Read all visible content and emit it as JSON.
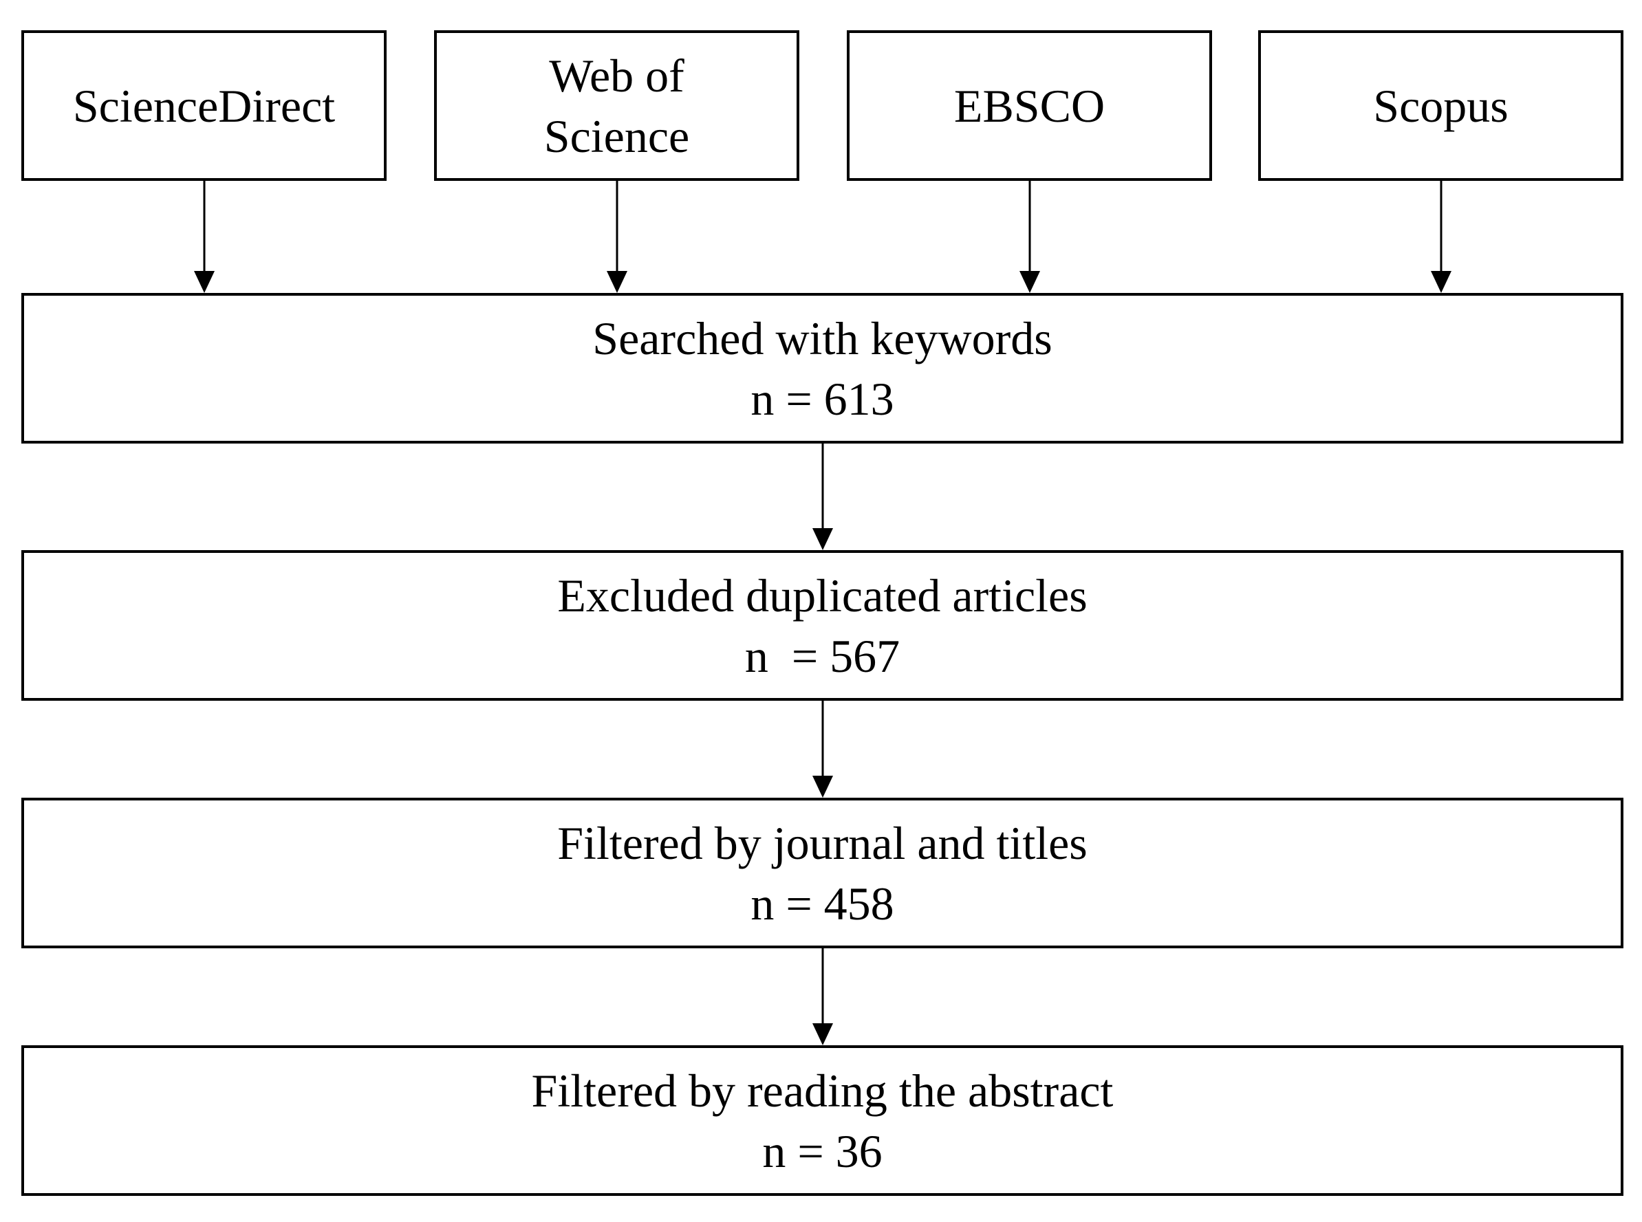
{
  "sources": [
    {
      "lines": [
        "ScienceDirect"
      ]
    },
    {
      "lines": [
        "Web of",
        "Science"
      ]
    },
    {
      "lines": [
        "EBSCO"
      ]
    },
    {
      "lines": [
        "Scopus"
      ]
    }
  ],
  "stages": [
    {
      "label": "Searched with keywords",
      "count": "n = 613"
    },
    {
      "label": "Excluded duplicated articles",
      "count": "n  = 567"
    },
    {
      "label": "Filtered by journal and titles",
      "count": "n = 458"
    },
    {
      "label": "Filtered by reading the abstract",
      "count": "n = 36"
    }
  ],
  "colors": {
    "stroke": "#000000",
    "background": "#ffffff"
  }
}
